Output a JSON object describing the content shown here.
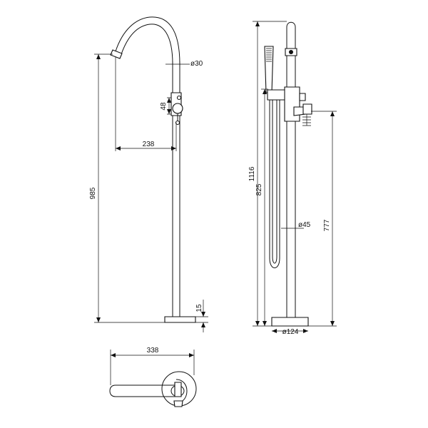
{
  "dimensions": {
    "spout_diameter": "ø30",
    "lever_height": "48",
    "spout_reach": "238",
    "total_height_side": "985",
    "base_thickness": "15",
    "total_height_front": "1116",
    "mixer_height": "825",
    "pipe_diameter": "ø45",
    "outlet_height": "777",
    "base_diameter": "ø124",
    "plan_length": "338"
  }
}
